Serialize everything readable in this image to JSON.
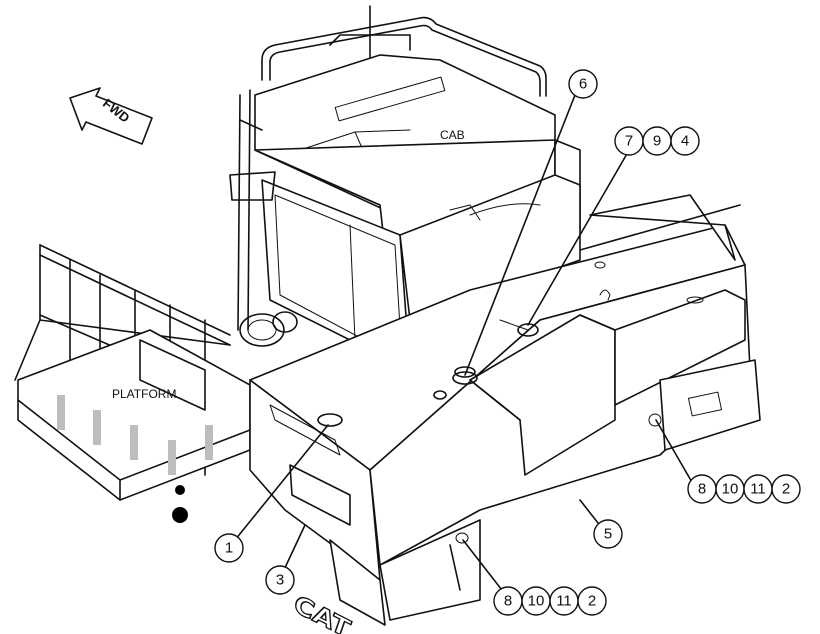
{
  "labels": {
    "cab": "CAB",
    "platform": "PLATFORM",
    "fwd": "FWD",
    "logo": "CAT"
  },
  "callouts": {
    "c1": "1",
    "c3": "3",
    "c5": "5",
    "c6": "6",
    "c7": "7",
    "c9": "9",
    "c4": "4",
    "c8a": "8",
    "c10a": "10",
    "c11a": "11",
    "c2a": "2",
    "c8b": "8",
    "c10b": "10",
    "c11b": "11",
    "c2b": "2"
  },
  "colors": {
    "line": "#111111",
    "background": "#ffffff"
  }
}
